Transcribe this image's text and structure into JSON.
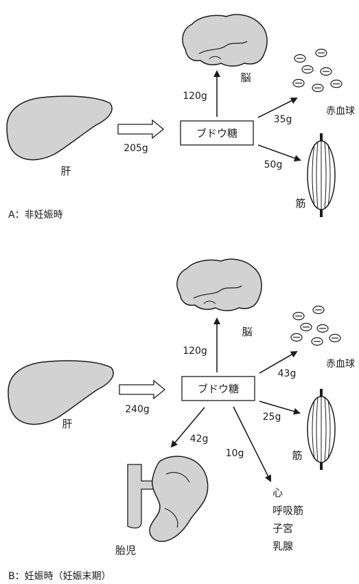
{
  "panel_a": {
    "caption": "A：非妊娠時",
    "liver_label": "肝",
    "brain_label": "脳",
    "rbc_label": "赤血球",
    "muscle_label": "筋",
    "glucose_label": "ブドウ糖",
    "flow_liver_glucose": "205g",
    "flow_brain": "120g",
    "flow_rbc": "35g",
    "flow_muscle": "50g"
  },
  "panel_b": {
    "caption": "B：妊娠時（妊娠末期）",
    "liver_label": "肝",
    "brain_label": "脳",
    "rbc_label": "赤血球",
    "muscle_label": "筋",
    "glucose_label": "ブドウ糖",
    "fetus_label": "胎児",
    "flow_liver_glucose": "240g",
    "flow_brain": "120g",
    "flow_rbc": "43g",
    "flow_muscle": "25g",
    "flow_fetus": "42g",
    "flow_other": "10g",
    "other_targets": [
      "心",
      "呼吸筋",
      "子宮",
      "乳腺"
    ]
  }
}
